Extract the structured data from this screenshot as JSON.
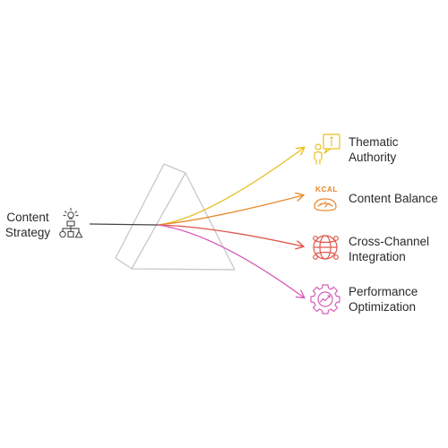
{
  "input": {
    "label": "Content\nStrategy",
    "icon": "strategy-icon",
    "color": "#555555"
  },
  "prism": {
    "color": "#c8c8c8"
  },
  "outputs": [
    {
      "label": "Thematic\nAuthority",
      "icon": "info-person-icon",
      "color": "#e6c01f"
    },
    {
      "label": "Content Balance",
      "icon": "kcal-scale-icon",
      "icon_text": "KCAL",
      "color": "#e8892c"
    },
    {
      "label": "Cross-Channel\nIntegration",
      "icon": "network-globe-icon",
      "color": "#e0574d"
    },
    {
      "label": "Performance\nOptimization",
      "icon": "gear-chart-icon",
      "color": "#d65fb8"
    }
  ]
}
